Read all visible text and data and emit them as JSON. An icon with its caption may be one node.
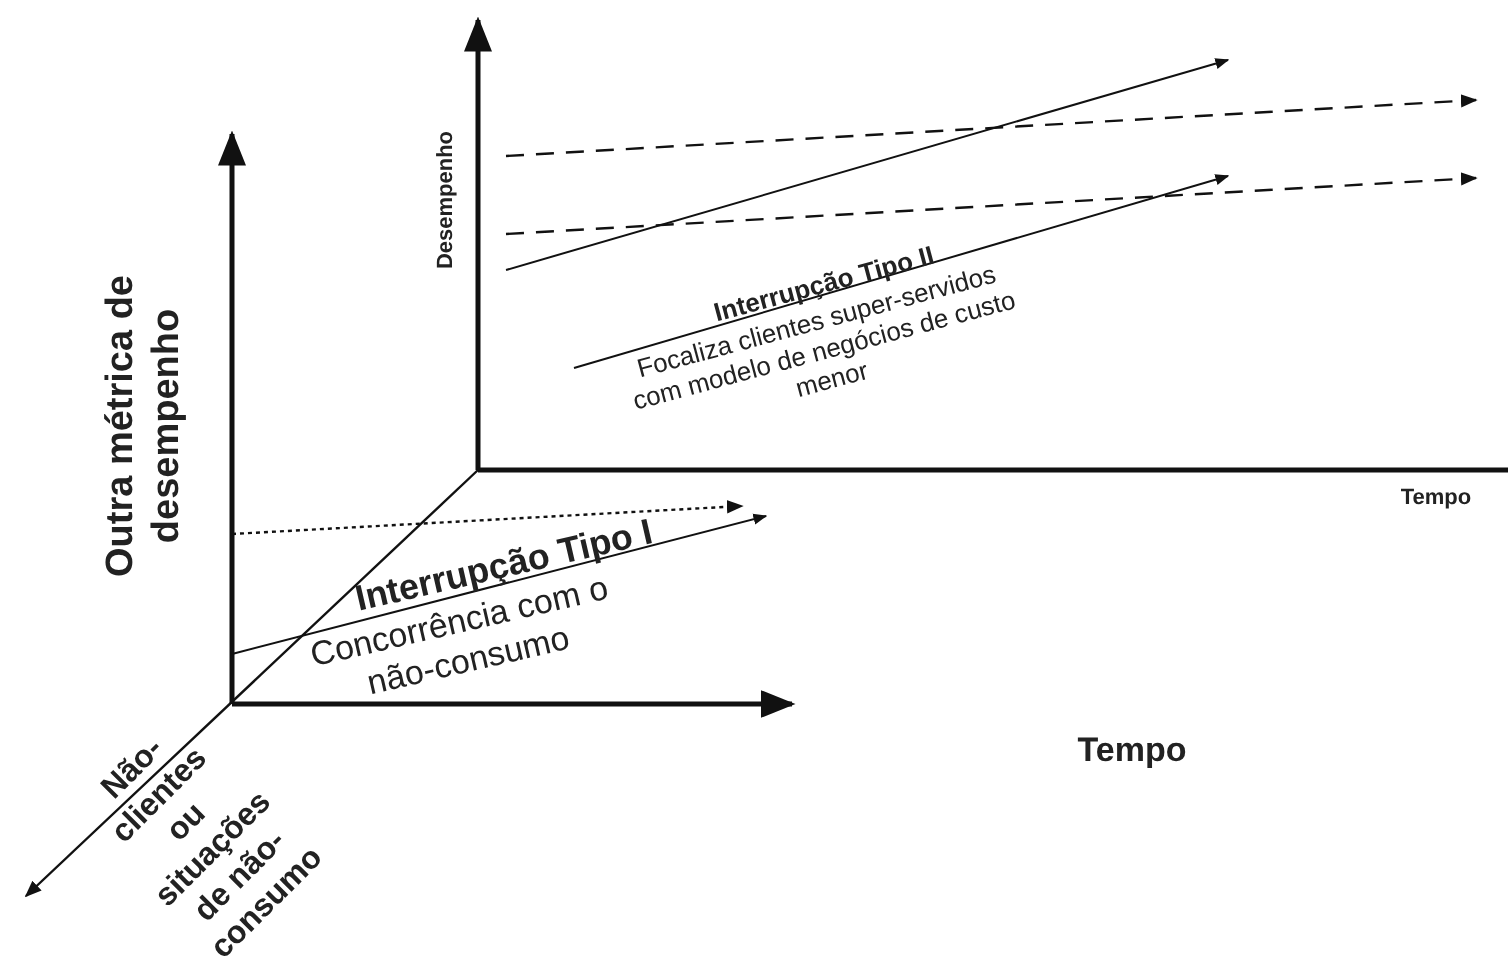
{
  "diagram": {
    "labels": [
      "Desempenho",
      "Interrupção Tipo II",
      "Focaliza clientes super-servidos com modelo de negócios de custo menor",
      "Tempo",
      "Outra métrica de desempenho",
      "Interrupção Tipo I",
      "Concorrência com o não-consumo",
      "Tempo",
      "Não-clientes ou situações de não-consumo"
    ]
  }
}
